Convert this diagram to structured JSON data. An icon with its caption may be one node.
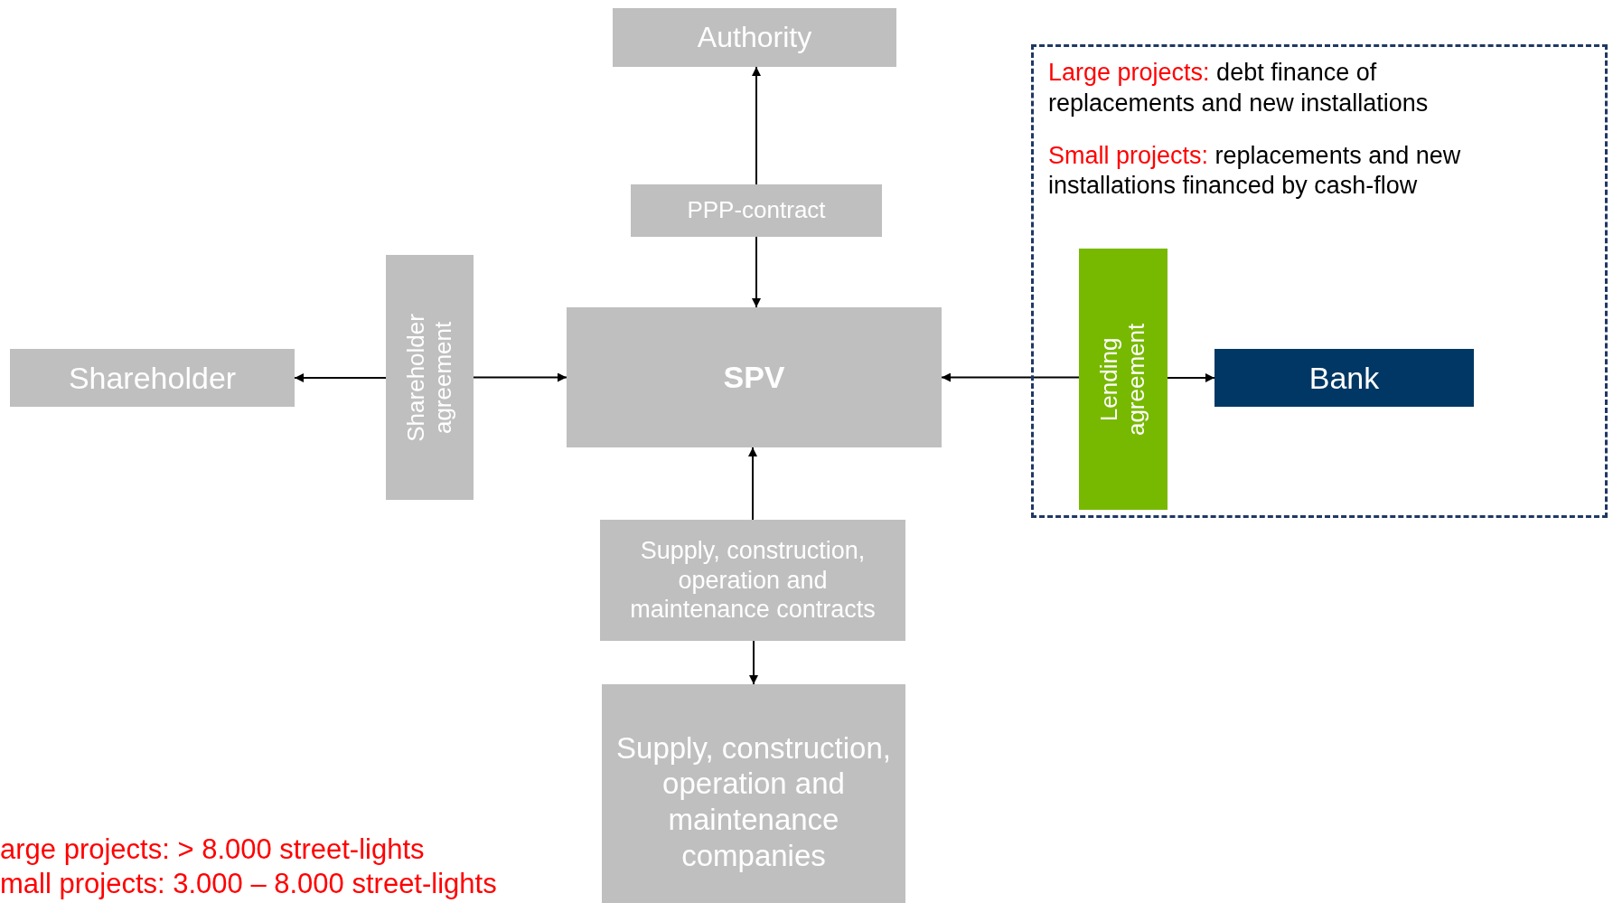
{
  "diagram": {
    "nodes": [
      {
        "text": [
          "Authority"
        ]
      },
      {
        "text": [
          "PPP-contract"
        ]
      },
      {
        "text": [
          "**Large projects:** debt finance of replacements and new installations",
          "**Small projects:** replacements and new installations financed by cash-flow"
        ]
      },
      {
        "text": [
          "Shareholder"
        ]
      },
      {
        "text": [
          "Shareholder agreement"
        ]
      },
      {
        "text": [
          "SPV"
        ]
      },
      {
        "text": [
          "Lending agreement"
        ],
        "in": 2
      },
      {
        "text": [
          "Bank"
        ],
        "in": 2
      },
      {
        "text": [
          "Supply, construction, operation and maintenance contracts"
        ]
      },
      {
        "text": [
          "Supply, construction, operation and maintenance companies"
        ]
      }
    ],
    "edges": [
      {
        "from": 1,
        "to": 0,
        "arrow": "to"
      },
      {
        "from": 1,
        "to": 5,
        "arrow": "to"
      },
      {
        "from": 4,
        "to": 3,
        "arrow": "to"
      },
      {
        "from": 4,
        "to": 5,
        "arrow": "to"
      },
      {
        "from": 6,
        "to": 5,
        "arrow": "to"
      },
      {
        "from": 6,
        "to": 7,
        "arrow": "to"
      },
      {
        "from": 8,
        "to": 5,
        "arrow": "to"
      },
      {
        "from": 8,
        "to": 9,
        "arrow": "to"
      }
    ],
    "labels": [
      "arge projects: > 8.000 street-lights",
      "mall projects: 3.000 – 8.000 street-lights"
    ]
  }
}
